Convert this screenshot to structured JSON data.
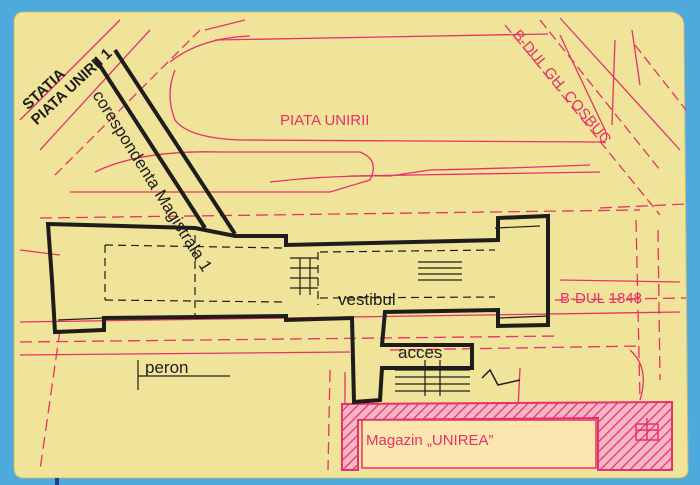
{
  "map": {
    "colors": {
      "paper": "#efe49a",
      "street_lines": "#e8306a",
      "station_walls": "#1f1d1b",
      "magazin_fill": "#f06a8c",
      "frame_blue": "#4ea9dd"
    },
    "labels": {
      "station_line1": "STATIA",
      "station_line2": "PIATA UNIRII 1",
      "transfer_corridor": "corespondenta Magistrala 1",
      "square": "PIATA UNIRII",
      "boulevard_cosbuc": "B-DUL GH. COSBUC",
      "boulevard_1848": "B-DUL 1848",
      "vestibule": "vestibul",
      "access": "acces",
      "platform": "peron",
      "department_store": "Magazin „UNIREA”"
    }
  }
}
